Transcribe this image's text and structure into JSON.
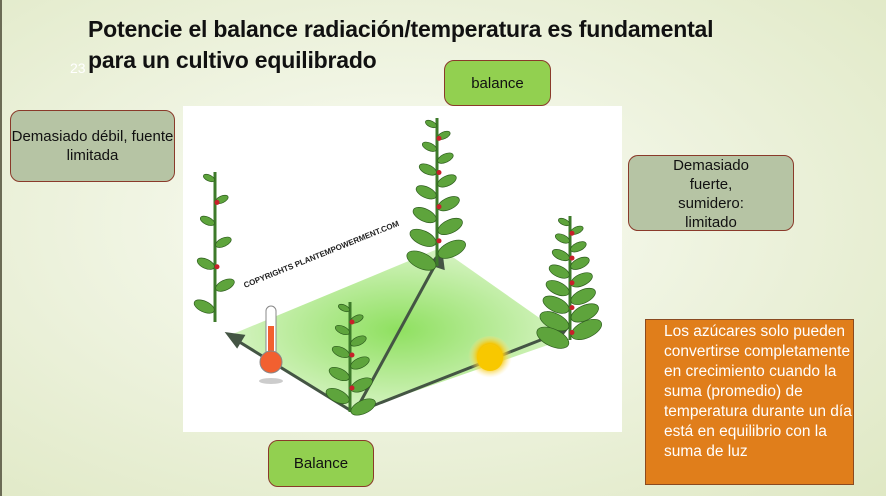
{
  "slide": {
    "title": "Potencie el balance radiación/temperatura es fundamental para un cultivo equilibrado",
    "slide_number": "23"
  },
  "labels": {
    "top_balance": "balance",
    "weak": "Demasiado débil, fuente limitada",
    "strong": "Demasiado fuerte, sumidero: limitado",
    "bottom_balance": "Balance"
  },
  "illustration": {
    "copyright": "COPYRIGHTS PLANTEMPOWERMENT.COM"
  },
  "note": {
    "text": "Los azúcares solo pueden convertirse completamente en crecimiento cuando la  suma (promedio) de temperatura durante un día está en equilibrio con la suma de luz"
  },
  "colors": {
    "green_box": "#92d050",
    "gray_box": "#b6c4a4",
    "orange_box": "#e07e1b",
    "border": "#8a3a2a"
  }
}
